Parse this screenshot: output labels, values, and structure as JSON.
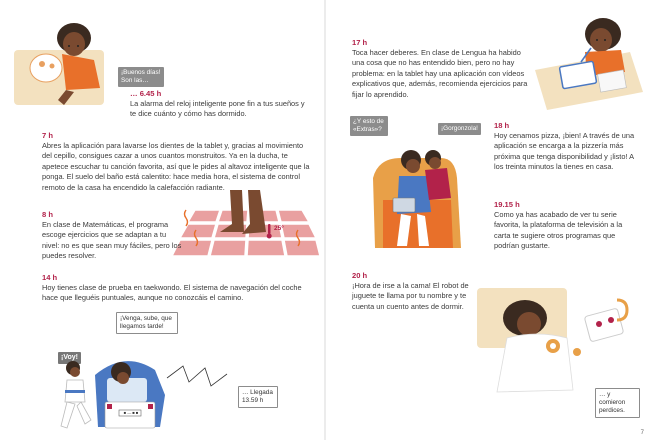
{
  "left_page": {
    "bubble_morning": "¡Buenos días! Son las…",
    "time_0645": "… 6.45 h",
    "text_0645": "La alarma del reloj inteligente pone fin a tus sueños y te dice cuánto y cómo has dormido.",
    "time_7": "7 h",
    "text_7": "Abres la aplicación para lavarse los dientes de la tablet y, gracias al movimiento del cepillo, consigues cazar a unos cuantos monstruitos. Ya en la ducha, te apetece escuchar tu canción favorita, así que le pides al altavoz inteligente que la ponga. El suelo del baño está calentito: hace media hora, el sistema de control remoto de la casa ha encendido la calefacción radiante.",
    "floor_temp": "25°",
    "time_8": "8 h",
    "text_8": "En clase de Matemáticas, el programa escoge ejercicios que se adaptan a tu nivel: no es que sean muy fáciles, pero los puedes resolver.",
    "time_14": "14 h",
    "text_14": "Hoy tienes clase de prueba en taekwondo. El sistema de navegación del coche hace que lleguéis puntuales, aunque no conozcáis el camino.",
    "bubble_hurry": "¡Venga, sube, que llegamos tarde!",
    "bubble_voy": "¡Voy!",
    "bubble_arrival": "… Llegada 13.59 h",
    "plate_text": "■ — ■ ■"
  },
  "right_page": {
    "time_17": "17 h",
    "text_17": "Toca hacer deberes. En clase de Lengua ha habido una cosa que no has entendido bien, pero no hay problema: en la tablet hay una aplicación con vídeos explicativos que, además, recomienda ejercicios para fijar lo aprendido.",
    "bubble_extras": "¿Y esto de «Extras»?",
    "bubble_gorgonzola": "¡Gorgonzola!",
    "time_18": "18 h",
    "text_18": "Hoy cenamos pizza, ¡bien! A través de una aplicación se encarga a la pizzería más próxima que tenga disponibilidad y ¡listo! A los treinta minutos la tienes en casa.",
    "time_1915": "19.15 h",
    "text_1915": "Como ya has acabado de ver tu serie favorita, la plataforma de televisión a la carta te sugiere otros programas que podrían gustarte.",
    "time_20": "20 h",
    "text_20": "¡Hora de irse a la cama! El robot de juguete te llama por tu nombre y te cuenta un cuento antes de dormir.",
    "bubble_perdices": "… y comieron perdices.",
    "page_number": "7"
  },
  "colors": {
    "accent": "#b2224a",
    "skin": "#7a4a30",
    "hair": "#3a2a20",
    "orange": "#e8702a",
    "blue": "#4a78c2",
    "tile": "#e9a0a0",
    "beige": "#f3e1bf"
  }
}
